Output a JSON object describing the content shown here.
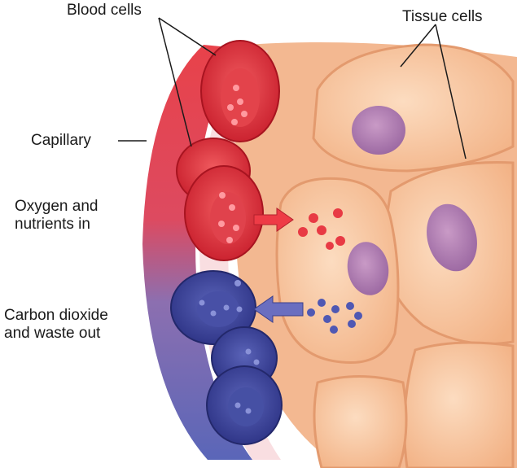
{
  "labels": {
    "blood_cells": "Blood cells",
    "tissue_cells": "Tissue cells",
    "capillary": "Capillary",
    "oxygen_in": "Oxygen and\nnutrients in",
    "co2_out": "Carbon dioxide\nand waste out"
  },
  "colors": {
    "oxygenated": "#e5383f",
    "deoxygenated": "#4a52a8",
    "tissue": "#f6c49c",
    "nucleus": "#b487b4"
  }
}
